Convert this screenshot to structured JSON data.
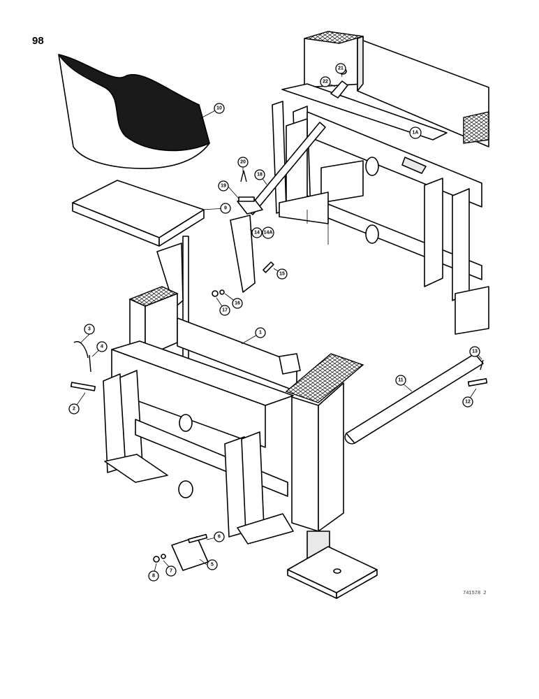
{
  "page": {
    "number": "98",
    "drawing_code": "741578 2"
  },
  "callouts": {
    "c1": "1",
    "c1a": "1A",
    "c2": "2",
    "c3": "3",
    "c4": "4",
    "c5": "5",
    "c6": "6",
    "c7": "7",
    "c8": "8",
    "c9": "9",
    "c10": "10",
    "c11": "11",
    "c12": "12",
    "c13": "13",
    "c14": "14",
    "c14a": "14A",
    "c15": "15",
    "c16": "16",
    "c17": "17",
    "c18": "18",
    "c19": "19",
    "c20": "20",
    "c21": "21",
    "c22": "22"
  }
}
